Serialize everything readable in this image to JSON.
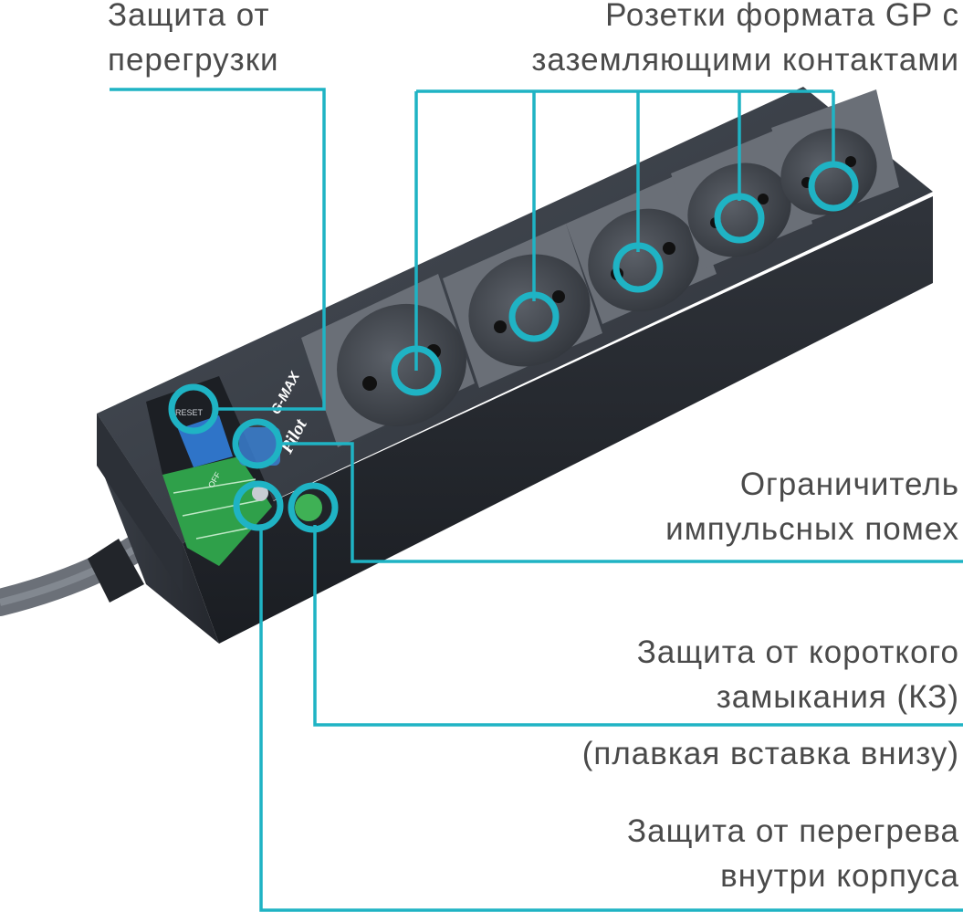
{
  "colors": {
    "accent": "#1fb3c4",
    "text": "#4a4a4a",
    "body": "#2b2f36",
    "board": "#2fa04a",
    "switch": "#2f74c8"
  },
  "callouts": {
    "overload": [
      "Защита от",
      "перегрузки"
    ],
    "sockets": [
      "Розетки формата GP с",
      "заземляющими контактами"
    ],
    "surge": [
      "Ограничитель",
      "импульсных помех"
    ],
    "short_circuit": [
      "Защита от короткого",
      "замыкания (КЗ)"
    ],
    "fuse_note": [
      "(плавкая вставка внизу)"
    ],
    "thermal": [
      "Защита от перегрева",
      "внутри корпуса"
    ]
  },
  "product": {
    "brand": "Pilot",
    "model": "G-MAX",
    "reset_label": "RESET",
    "switch_label": "OFF"
  }
}
